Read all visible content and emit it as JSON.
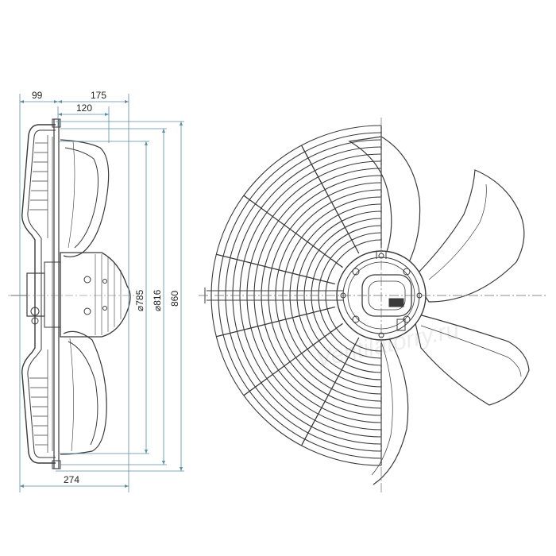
{
  "dimensions": {
    "overall_depth": "274",
    "guard_offset": "99",
    "blade_depth": "175",
    "hub_depth": "120",
    "blade_diameter": "⌀785",
    "guard_inner_diameter": "⌀816",
    "overall_height": "860"
  },
  "watermark": "Ventilatorry.ru",
  "colors": {
    "line": "#3a3a3a",
    "dimension": "#5b8fa8",
    "centerline": "#6a6a6a"
  }
}
